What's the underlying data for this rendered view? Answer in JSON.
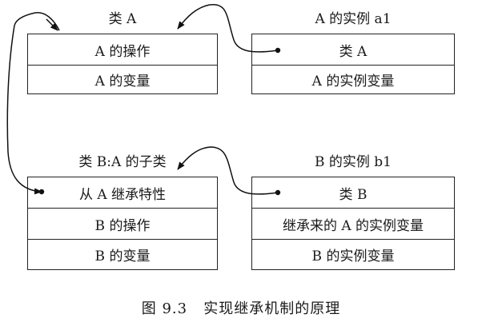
{
  "class_a": {
    "title": "类 A",
    "rows": [
      "A 的操作",
      "A 的变量"
    ]
  },
  "instance_a1": {
    "title": "A 的实例 a1",
    "rows": [
      "类 A",
      "A 的实例变量"
    ]
  },
  "class_b": {
    "title": "类 B:A 的子类",
    "rows": [
      "从 A 继承特性",
      "B 的操作",
      "B 的变量"
    ]
  },
  "instance_b1": {
    "title": "B 的实例 b1",
    "rows": [
      "类 B",
      "继承来的 A 的实例变量",
      "B 的实例变量"
    ]
  },
  "caption": "图 9.3   实现继承机制的原理"
}
